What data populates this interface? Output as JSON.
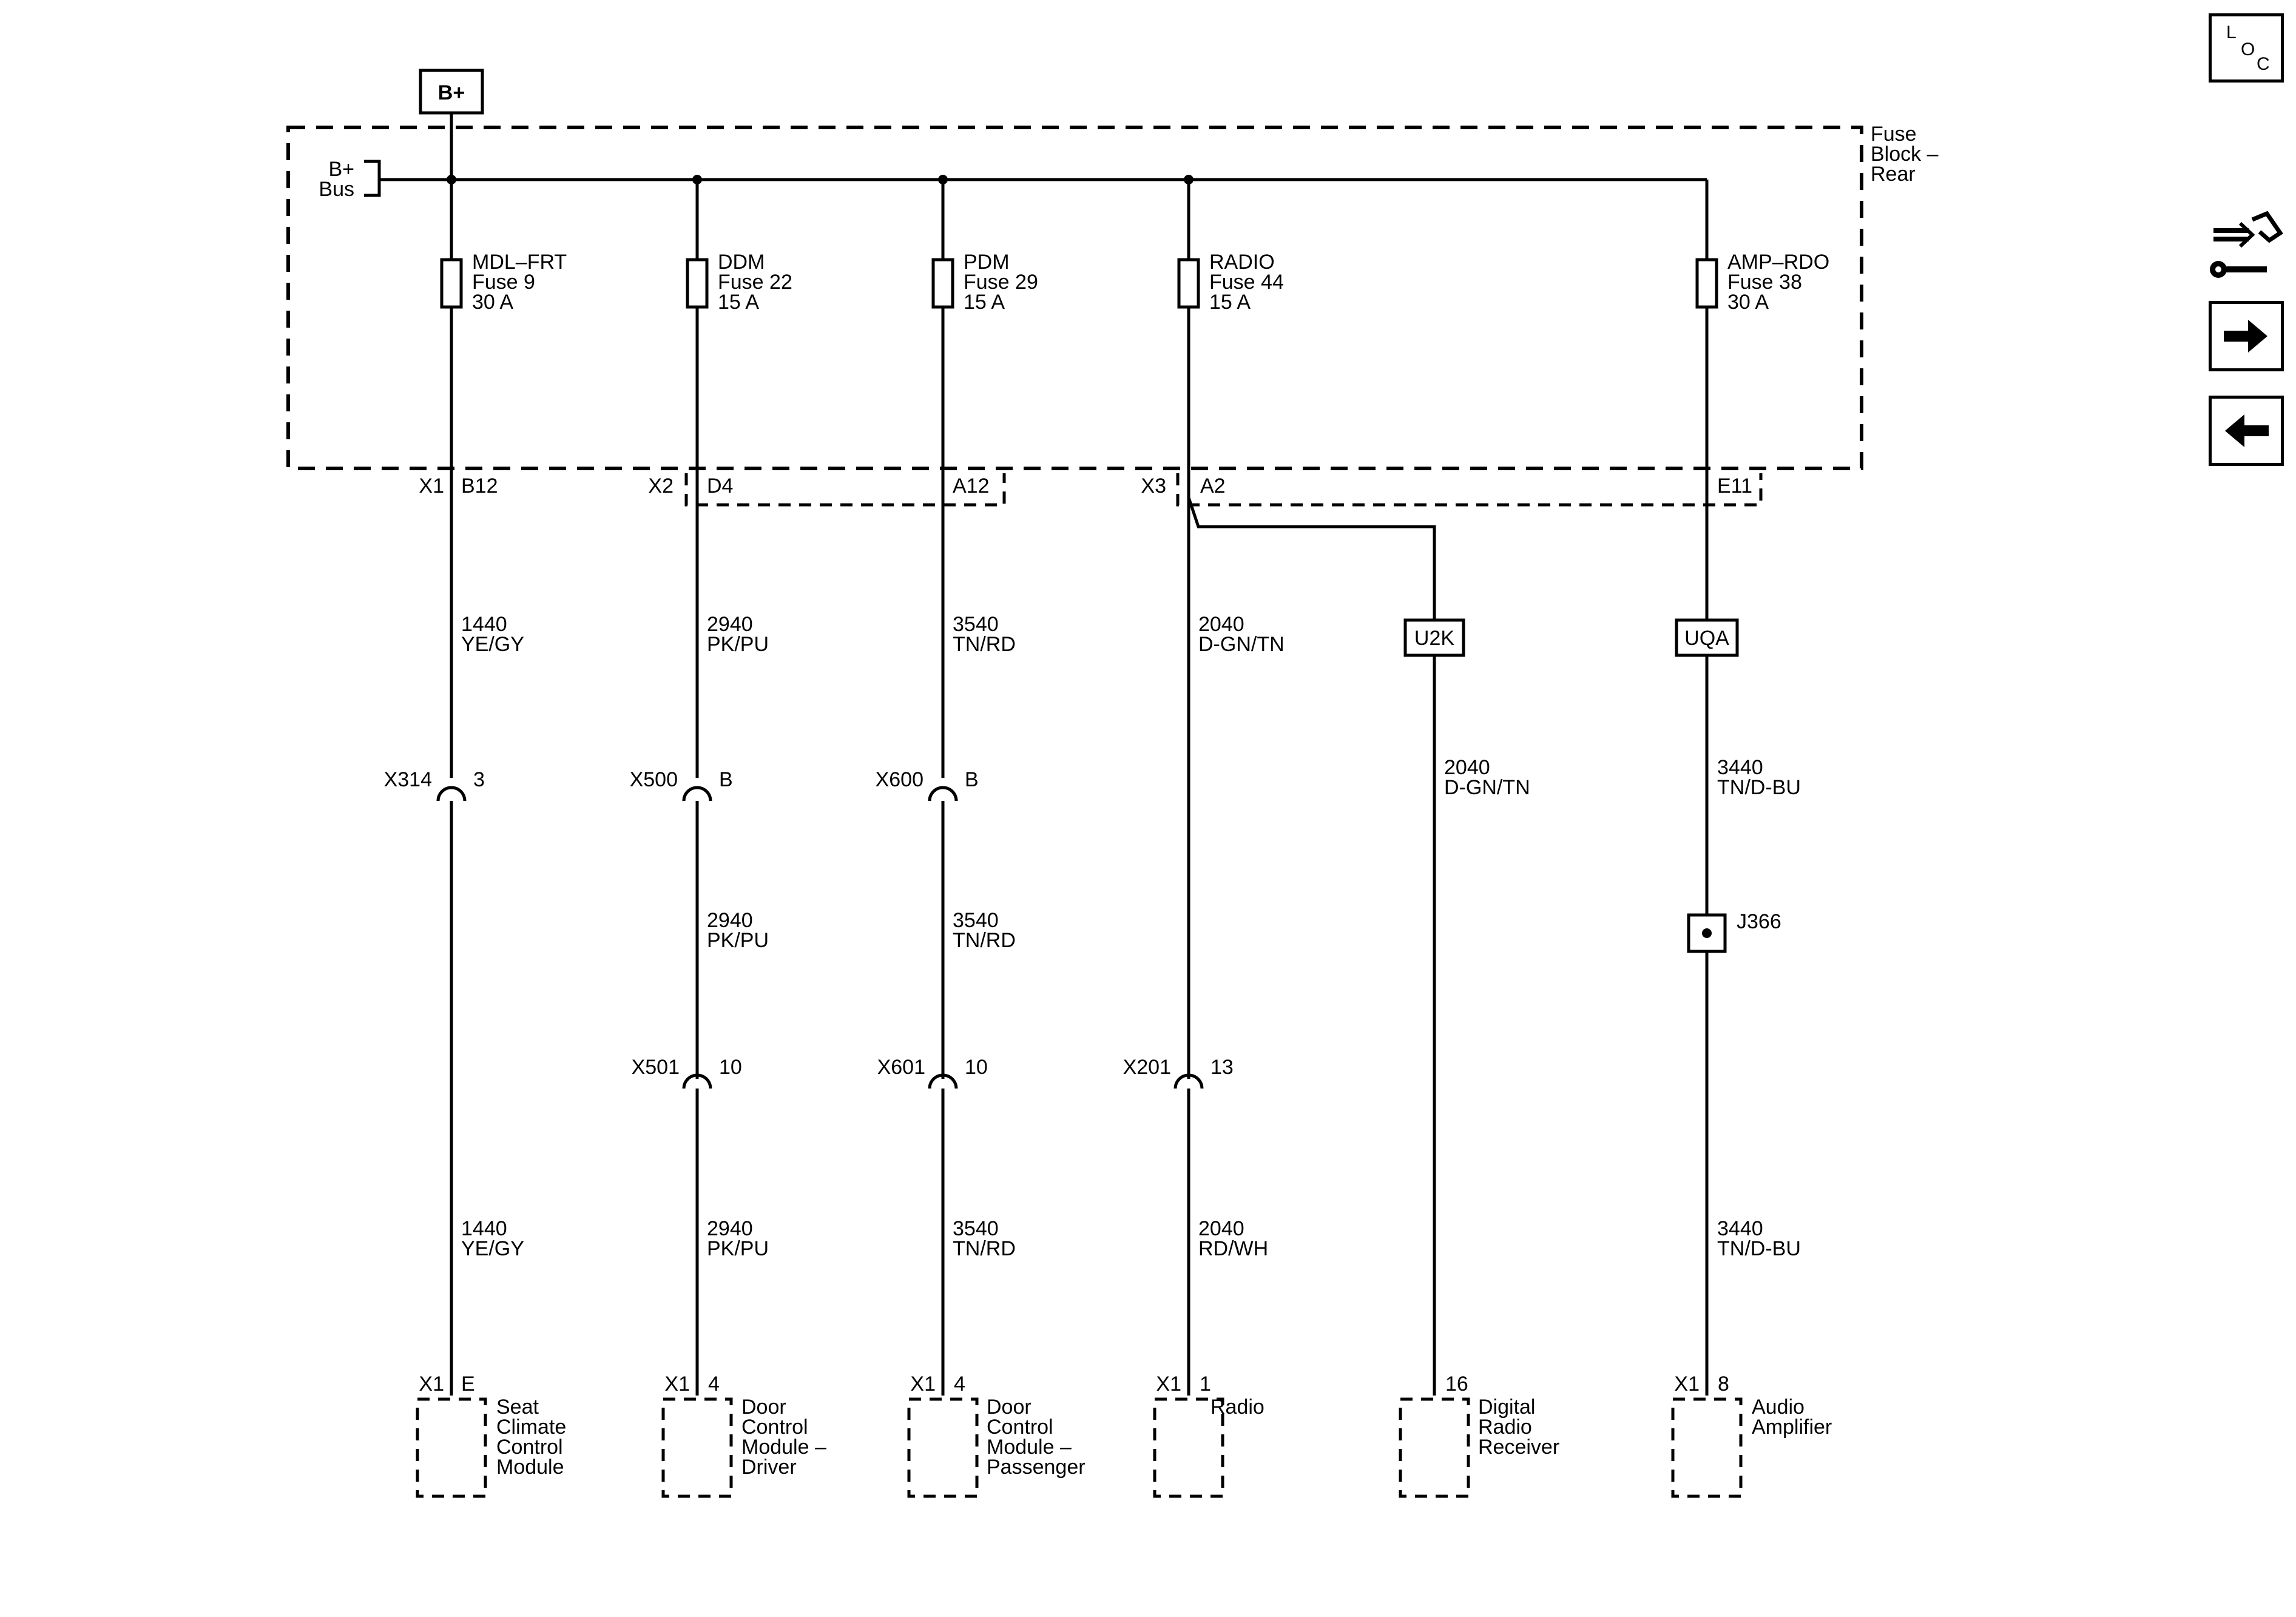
{
  "supply": {
    "label": "B+",
    "bus_line1": "B+",
    "bus_line2": "Bus"
  },
  "fuse_block": {
    "line1": "Fuse",
    "line2": "Block –",
    "line3": "Rear"
  },
  "fuses": [
    {
      "name": "MDL–FRT",
      "fuse": "Fuse 9",
      "amps": "30 A"
    },
    {
      "name": "DDM",
      "fuse": "Fuse 22",
      "amps": "15 A"
    },
    {
      "name": "PDM",
      "fuse": "Fuse 29",
      "amps": "15 A"
    },
    {
      "name": "RADIO",
      "fuse": "Fuse 44",
      "amps": "15 A"
    },
    {
      "name": "AMP–RDO",
      "fuse": "Fuse 38",
      "amps": "30 A"
    }
  ],
  "block_connectors": [
    {
      "connector": "X1",
      "pin": "B12"
    },
    {
      "connector": "X2",
      "pin": "D4"
    },
    {
      "connector": "",
      "pin": "A12"
    },
    {
      "connector": "X3",
      "pin": "A2"
    },
    {
      "connector": "",
      "pin": "E11"
    }
  ],
  "wires_upper": [
    {
      "circuit": "1440",
      "color": "YE/GY"
    },
    {
      "circuit": "2940",
      "color": "PK/PU"
    },
    {
      "circuit": "3540",
      "color": "TN/RD"
    },
    {
      "circuit": "2040",
      "color": "D-GN/TN"
    },
    {
      "circuit": "2040",
      "color": "D-GN/TN"
    },
    {
      "circuit": "3440",
      "color": "TN/D-BU"
    }
  ],
  "wires_middle": [
    {
      "circuit": "2940",
      "color": "PK/PU"
    },
    {
      "circuit": "3540",
      "color": "TN/RD"
    }
  ],
  "wires_lower": [
    {
      "circuit": "1440",
      "color": "YE/GY"
    },
    {
      "circuit": "2940",
      "color": "PK/PU"
    },
    {
      "circuit": "3540",
      "color": "TN/RD"
    },
    {
      "circuit": "2040",
      "color": "RD/WH"
    },
    {
      "circuit": "3440",
      "color": "TN/D-BU"
    }
  ],
  "inline_connectors_upper": [
    {
      "connector": "X314",
      "pin": "3"
    },
    {
      "connector": "X500",
      "pin": "B"
    },
    {
      "connector": "X600",
      "pin": "B"
    }
  ],
  "inline_connectors_lower": [
    {
      "connector": "X501",
      "pin": "10"
    },
    {
      "connector": "X601",
      "pin": "10"
    },
    {
      "connector": "X201",
      "pin": "13"
    }
  ],
  "options": [
    "U2K",
    "UQA"
  ],
  "splice": "J366",
  "components": [
    {
      "connector": "X1",
      "pin": "E",
      "lines": [
        "Seat",
        "Climate",
        "Control",
        "Module"
      ]
    },
    {
      "connector": "X1",
      "pin": "4",
      "lines": [
        "Door",
        "Control",
        "Module –",
        "Driver"
      ]
    },
    {
      "connector": "X1",
      "pin": "4",
      "lines": [
        "Door",
        "Control",
        "Module –",
        "Passenger"
      ]
    },
    {
      "connector": "X1",
      "pin": "1",
      "lines": [
        "Radio"
      ]
    },
    {
      "connector": "",
      "pin": "16",
      "lines": [
        "Digital",
        "Radio",
        "Receiver"
      ]
    },
    {
      "connector": "X1",
      "pin": "8",
      "lines": [
        "Audio",
        "Amplifier"
      ]
    }
  ],
  "nav": {
    "loc_l": "L",
    "loc_o": "O",
    "loc_c": "C",
    "icons": [
      "harness-wrench-icon",
      "arrow-right-icon",
      "arrow-left-icon"
    ]
  }
}
